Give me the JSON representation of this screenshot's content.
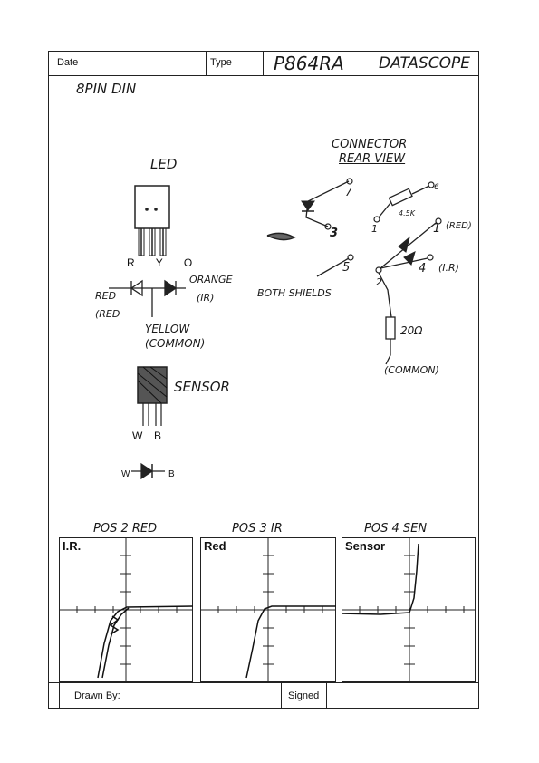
{
  "header": {
    "date_label": "Date",
    "type_label": "Type",
    "type_value": "P864RA",
    "maker_value": "DATASCOPE",
    "subtitle": "8PIN DIN"
  },
  "led": {
    "title": "LED",
    "pins": "R Y O",
    "red_label": "RED",
    "red_label2": "(RED",
    "orange_label": "ORANGE",
    "ir_label": "(IR)",
    "yellow_label": "YELLOW",
    "common_label": "(COMMON)"
  },
  "sensor": {
    "title": "SENSOR",
    "pins_w": "W",
    "pins_b": "B",
    "diode_w": "W",
    "diode_b": "B"
  },
  "connector": {
    "title": "CONNECTOR",
    "subtitle": "REAR VIEW",
    "pin7": "7",
    "pin3": "3",
    "pin6": "6",
    "pin1": "1",
    "pin5": "5",
    "pin4": "4",
    "pin2": "2",
    "resistor1": "4.5K",
    "red_label": "(RED)",
    "ir_label": "(I.R)",
    "shields_label": "BOTH SHIELDS",
    "resistor2": "20Ω",
    "common_label": "(COMMON)"
  },
  "scopes": {
    "heading1": "POS 2 RED",
    "heading2": "POS 3 IR",
    "heading3": "POS 4 SEN",
    "panel1_title": "I.R.",
    "panel2_title": "Red",
    "panel3_title": "Sensor"
  },
  "footer": {
    "drawn_by_label": "Drawn By:",
    "signed_label": "Signed"
  }
}
